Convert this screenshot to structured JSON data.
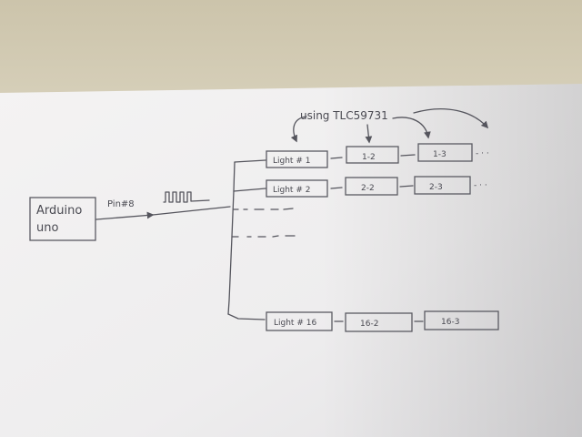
{
  "diagram": {
    "controller": {
      "line1": "Arduino",
      "line2": "uno"
    },
    "pin_label": "Pin#8",
    "annotation": "using TLC59731",
    "rows": [
      {
        "light": "Light # 1",
        "cells": [
          "1-2",
          "1-3"
        ]
      },
      {
        "light": "Light # 2",
        "cells": [
          "2-2",
          "2-3"
        ]
      },
      {
        "light": "Light # 16",
        "cells": [
          "16-2",
          "16-3"
        ]
      }
    ]
  },
  "colors": {
    "paper": "#f2f1f1",
    "ink": "#55555d",
    "table": "#cfc7b0"
  }
}
